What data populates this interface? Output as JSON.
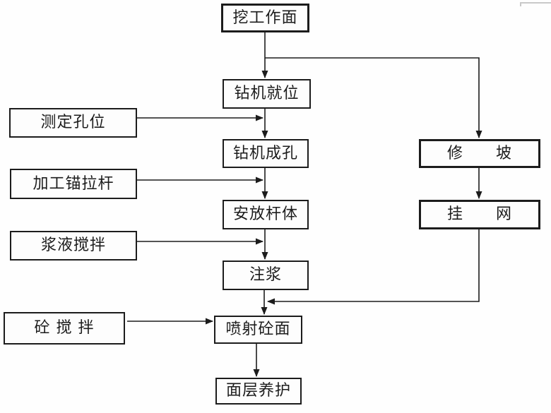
{
  "diagram": {
    "type": "flowchart",
    "colors": {
      "ink": "#1c1c1c",
      "background": "#fefefe",
      "faint_frame": "#c9c9c9"
    },
    "nodes": {
      "excavate": {
        "label": "挖工作面"
      },
      "drill_pos": {
        "label": "钻机就位"
      },
      "measure_hole": {
        "label": "测定孔位"
      },
      "drill_hole": {
        "label": "钻机成孔"
      },
      "proc_anchor": {
        "label": "加工锚拉杆"
      },
      "place_rod": {
        "label": "安放杆体"
      },
      "slurry_mix": {
        "label": "浆液搅拌"
      },
      "grouting": {
        "label": "注浆"
      },
      "concrete_mix": {
        "label": "砼 搅 拌"
      },
      "shotcrete": {
        "label": "喷射砼面"
      },
      "surface_cure": {
        "label": "面层养护"
      },
      "trim_slope": {
        "label": "修　　坡"
      },
      "hang_mesh": {
        "label": "挂　　网"
      }
    },
    "edges": [
      {
        "from": "excavate",
        "to": "drill_pos"
      },
      {
        "from": "excavate",
        "to": "trim_slope"
      },
      {
        "from": "measure_hole",
        "to": "drill_pos->drill_hole line"
      },
      {
        "from": "drill_pos",
        "to": "drill_hole"
      },
      {
        "from": "proc_anchor",
        "to": "drill_hole->place_rod line"
      },
      {
        "from": "drill_hole",
        "to": "place_rod"
      },
      {
        "from": "slurry_mix",
        "to": "place_rod->grouting line"
      },
      {
        "from": "place_rod",
        "to": "grouting"
      },
      {
        "from": "trim_slope",
        "to": "hang_mesh"
      },
      {
        "from": "hang_mesh",
        "to": "grouting->shotcrete line"
      },
      {
        "from": "grouting",
        "to": "shotcrete"
      },
      {
        "from": "concrete_mix",
        "to": "shotcrete"
      },
      {
        "from": "shotcrete",
        "to": "surface_cure"
      }
    ]
  }
}
